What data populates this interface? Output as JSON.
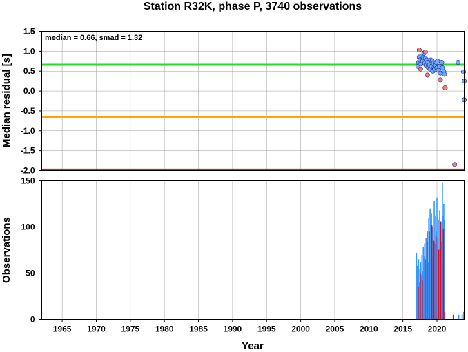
{
  "chart_data": [
    {
      "type": "scatter",
      "title": "Station R32K, phase P, 3740 observations",
      "ylabel": "Median residual [s]",
      "xlim": [
        1962,
        2024
      ],
      "ylim": [
        -2.0,
        1.5
      ],
      "yticks": [
        "1.5",
        "1.0",
        "0.5",
        "0.0",
        "-0.5",
        "-1.0",
        "-1.5",
        "-2.0"
      ],
      "ytick_values": [
        1.5,
        1.0,
        0.5,
        0.0,
        -0.5,
        -1.0,
        -1.5,
        -2.0
      ],
      "annotation": "median = 0.66, smad = 1.32",
      "reference_lines": [
        {
          "value": 0.66,
          "color": "#22dd22"
        },
        {
          "value": -0.66,
          "color": "#ffa500"
        },
        {
          "value": -1.98,
          "color": "#ee1111"
        }
      ],
      "series": [
        {
          "color": "#6fa8ff",
          "points": [
            [
              2017.2,
              0.62
            ],
            [
              2017.3,
              0.72
            ],
            [
              2017.4,
              0.85
            ],
            [
              2017.5,
              0.78
            ],
            [
              2017.6,
              0.68
            ],
            [
              2017.8,
              0.88
            ],
            [
              2017.9,
              0.75
            ],
            [
              2018.0,
              0.85
            ],
            [
              2018.1,
              0.95
            ],
            [
              2018.2,
              0.7
            ],
            [
              2018.3,
              0.82
            ],
            [
              2018.4,
              0.65
            ],
            [
              2018.5,
              0.78
            ],
            [
              2018.6,
              0.72
            ],
            [
              2018.7,
              0.6
            ],
            [
              2018.9,
              0.65
            ],
            [
              2019.0,
              0.55
            ],
            [
              2019.1,
              0.78
            ],
            [
              2019.2,
              0.62
            ],
            [
              2019.3,
              0.75
            ],
            [
              2019.4,
              0.5
            ],
            [
              2019.5,
              0.7
            ],
            [
              2019.6,
              0.6
            ],
            [
              2019.7,
              0.55
            ],
            [
              2019.8,
              0.65
            ],
            [
              2019.9,
              0.72
            ],
            [
              2020.0,
              0.58
            ],
            [
              2020.1,
              0.75
            ],
            [
              2020.2,
              0.52
            ],
            [
              2020.4,
              0.62
            ],
            [
              2020.5,
              0.45
            ],
            [
              2020.7,
              0.72
            ],
            [
              2020.8,
              0.58
            ],
            [
              2021.0,
              0.48
            ],
            [
              2021.1,
              0.42
            ],
            [
              2023.1,
              0.72
            ],
            [
              2023.9,
              0.48
            ],
            [
              2024.0,
              0.25
            ],
            [
              2024.0,
              -0.22
            ]
          ]
        },
        {
          "color": "#f08070",
          "points": [
            [
              2017.4,
              1.03
            ],
            [
              2017.6,
              0.55
            ],
            [
              2018.3,
              0.98
            ],
            [
              2018.6,
              0.4
            ],
            [
              2020.5,
              0.28
            ],
            [
              2021.2,
              0.08
            ],
            [
              2022.6,
              -1.85
            ]
          ]
        }
      ]
    },
    {
      "type": "bar",
      "xlabel": "Year",
      "ylabel": "Observations",
      "xlim": [
        1962,
        2024
      ],
      "ylim": [
        0,
        150
      ],
      "xticks": [
        "1965",
        "1970",
        "1975",
        "1980",
        "1985",
        "1990",
        "1995",
        "2000",
        "2005",
        "2010",
        "2015",
        "2020"
      ],
      "xtick_values": [
        1965,
        1970,
        1975,
        1980,
        1985,
        1990,
        1995,
        2000,
        2005,
        2010,
        2015,
        2020
      ],
      "yticks": [
        "150",
        "100",
        "50",
        "0"
      ],
      "ytick_values": [
        150,
        100,
        50,
        0
      ],
      "series": [
        {
          "color": "#3399ff",
          "points": [
            [
              2017.0,
              72
            ],
            [
              2017.1,
              58
            ],
            [
              2017.2,
              45
            ],
            [
              2017.3,
              65
            ],
            [
              2017.4,
              40
            ],
            [
              2017.5,
              55
            ],
            [
              2017.6,
              62
            ],
            [
              2017.7,
              48
            ],
            [
              2017.8,
              70
            ],
            [
              2017.9,
              52
            ],
            [
              2018.0,
              78
            ],
            [
              2018.1,
              68
            ],
            [
              2018.2,
              82
            ],
            [
              2018.3,
              60
            ],
            [
              2018.4,
              88
            ],
            [
              2018.5,
              70
            ],
            [
              2018.6,
              95
            ],
            [
              2018.7,
              62
            ],
            [
              2018.8,
              110
            ],
            [
              2018.9,
              85
            ],
            [
              2019.0,
              120
            ],
            [
              2019.1,
              78
            ],
            [
              2019.2,
              115
            ],
            [
              2019.3,
              68
            ],
            [
              2019.4,
              100
            ],
            [
              2019.5,
              74
            ],
            [
              2019.6,
              128
            ],
            [
              2019.7,
              82
            ],
            [
              2019.8,
              112
            ],
            [
              2019.9,
              95
            ],
            [
              2020.0,
              132
            ],
            [
              2020.1,
              88
            ],
            [
              2020.2,
              108
            ],
            [
              2020.3,
              76
            ],
            [
              2020.4,
              118
            ],
            [
              2020.5,
              90
            ],
            [
              2020.6,
              105
            ],
            [
              2020.7,
              84
            ],
            [
              2020.8,
              148
            ],
            [
              2020.9,
              112
            ],
            [
              2021.0,
              125
            ],
            [
              2021.1,
              108
            ],
            [
              2023.2,
              5
            ],
            [
              2023.7,
              5
            ],
            [
              2024.0,
              8
            ]
          ]
        },
        {
          "color": "#cc1133",
          "points": [
            [
              2017.25,
              35
            ],
            [
              2017.55,
              50
            ],
            [
              2017.85,
              42
            ],
            [
              2018.25,
              65
            ],
            [
              2018.55,
              84
            ],
            [
              2018.85,
              95
            ],
            [
              2019.25,
              102
            ],
            [
              2019.55,
              85
            ],
            [
              2019.85,
              90
            ],
            [
              2020.25,
              75
            ],
            [
              2020.55,
              106
            ],
            [
              2020.95,
              98
            ],
            [
              2021.15,
              8
            ],
            [
              2022.4,
              5
            ]
          ]
        }
      ]
    }
  ]
}
